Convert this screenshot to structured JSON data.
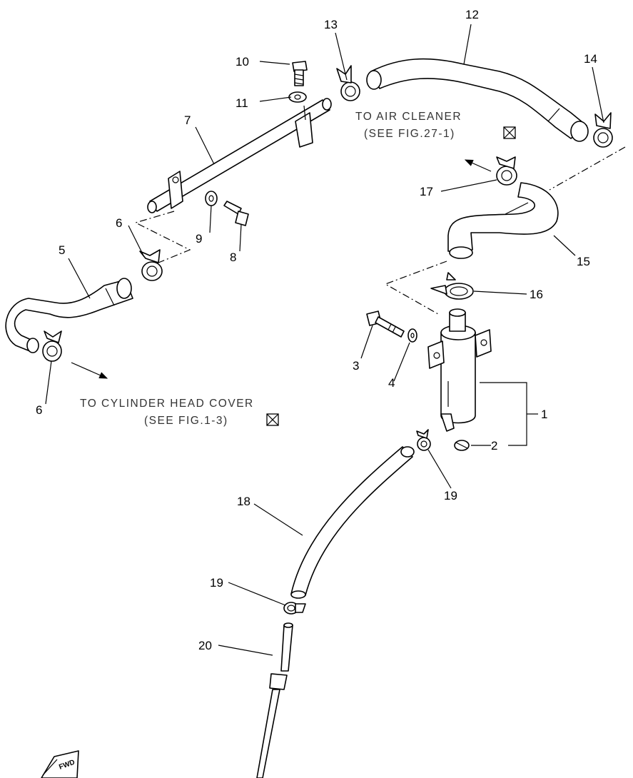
{
  "callouts": {
    "c1": "1",
    "c2": "2",
    "c3": "3",
    "c4": "4",
    "c5": "5",
    "c6a": "6",
    "c6b": "6",
    "c7": "7",
    "c8": "8",
    "c9": "9",
    "c10": "10",
    "c11": "11",
    "c12": "12",
    "c13": "13",
    "c14": "14",
    "c15": "15",
    "c16": "16",
    "c17": "17",
    "c18": "18",
    "c19a": "19",
    "c19b": "19",
    "c20": "20"
  },
  "notes": {
    "air_cleaner_line1": "TO AIR CLEANER",
    "air_cleaner_line2": "(SEE FIG.27-1)",
    "cylinder_head_line1": "TO CYLINDER HEAD COVER",
    "cylinder_head_line2": "(SEE FIG.1-3)"
  },
  "fwd_mark": "FWD",
  "icons": [
    "reference-box-icon",
    "direction-arrow-icon",
    "fwd-mark-icon"
  ]
}
